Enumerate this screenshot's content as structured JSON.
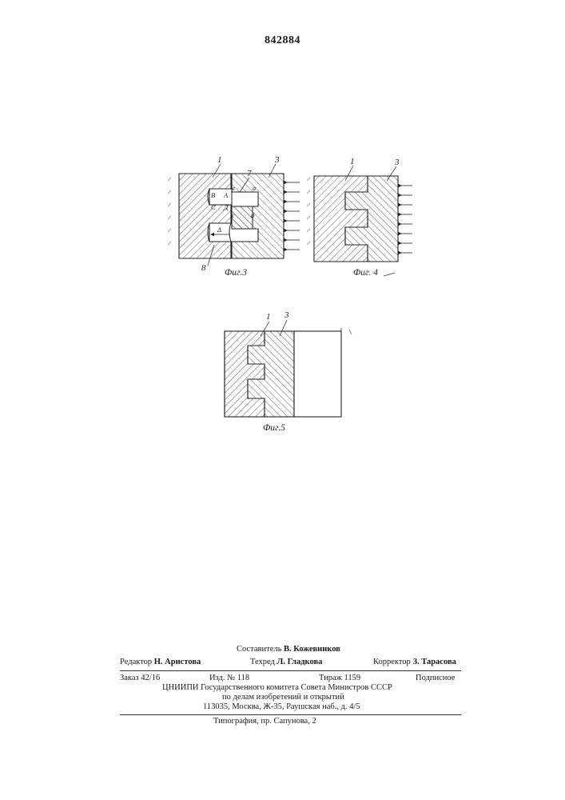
{
  "patent_number": "842884",
  "figures": [
    {
      "caption": "Фиг.3",
      "labels": {
        "part_1": "1",
        "part_3": "3",
        "part_7": "7",
        "part_8": "8",
        "point_B": "B",
        "point_C": "C",
        "point_A": "A",
        "point_D": "Д",
        "point_b": "в",
        "point_c": "c",
        "point_a": "а",
        "point_d": "d",
        "gap": "Δ"
      }
    },
    {
      "caption": "Фиг. 4",
      "labels": {
        "part_1": "1",
        "part_3": "3"
      }
    },
    {
      "caption": "Фиг.5",
      "labels": {
        "part_1": "1",
        "part_3": "3"
      }
    }
  ],
  "colophon": {
    "compiler": {
      "label": "Составитель",
      "name": "В. Кожевников"
    },
    "editor": {
      "label": "Редактор",
      "name": "Н. Аристова"
    },
    "techred": {
      "label": "Техред",
      "name": "Л. Гладкова"
    },
    "corrector": {
      "label": "Корректор",
      "name": "З. Тарасова"
    },
    "order": "Заказ 42/16",
    "issue": "Изд. № 118",
    "circulation": "Тираж 1159",
    "subscription": "Подписное",
    "org_line1": "ЦНИИПИ Государственного комитета Совета Министров СССР",
    "org_line2": "по делам изобретений и открытий",
    "address": "113035, Москва, Ж-35, Раушская наб., д. 4/5",
    "printer": "Типография, пр. Сапунова, 2"
  }
}
